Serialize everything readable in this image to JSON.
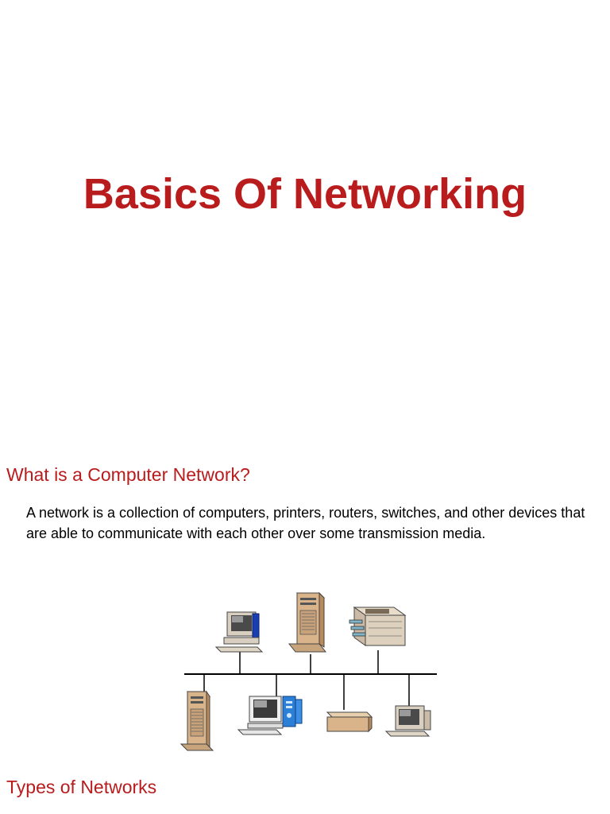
{
  "slide1": {
    "title": "Basics Of Networking"
  },
  "slide2": {
    "heading": "What is a Computer Network?",
    "paragraph": "A network is a collection of computers, printers, routers, switches, and other devices that are able to communicate with each other over some transmission media."
  },
  "diagram": {
    "devices_top": [
      "desktop-computer-icon",
      "tower-server-icon",
      "printer-icon"
    ],
    "devices_bottom": [
      "tower-server-icon",
      "desktop-computer-icon",
      "modem-box-icon",
      "desktop-computer-icon"
    ]
  },
  "slide3": {
    "heading": "Types of Networks"
  }
}
